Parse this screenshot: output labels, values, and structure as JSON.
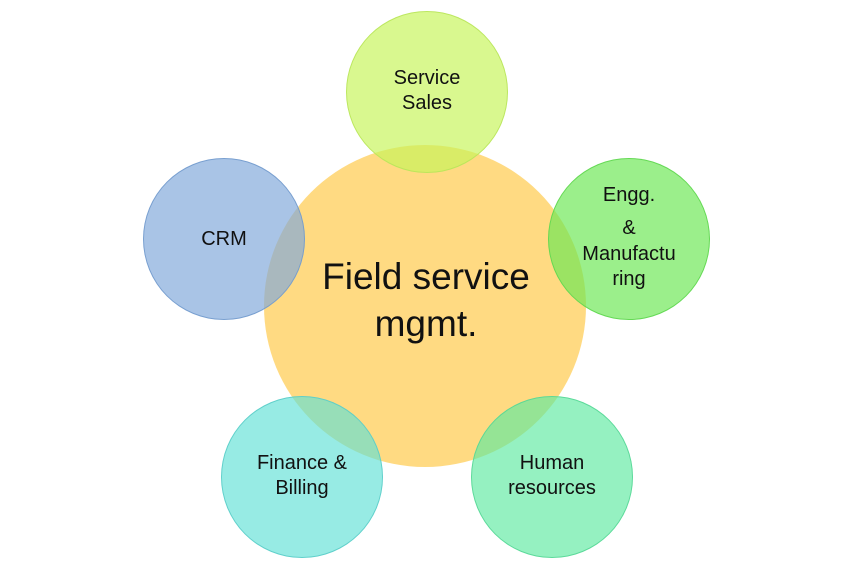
{
  "diagram": {
    "center": {
      "text": "Field service\nmgmt.",
      "line_1": "Field service",
      "line_2": "mgmt.",
      "color": "#FFCF5F"
    },
    "nodes": {
      "service_sales": {
        "line_1": "Service",
        "line_2": "Sales",
        "color": "#C7F55A"
      },
      "engineering_manufacturing": {
        "line_1": "Engg.",
        "line_2": "&",
        "line_3": "Manufactu",
        "line_4": "ring",
        "color": "#6CE854"
      },
      "human_resources": {
        "line_1": "Human",
        "line_2": "resources",
        "color": "#5CEAA0"
      },
      "finance_billing": {
        "line_1": "Finance &",
        "line_2": "Billing",
        "color": "#60E0D6"
      },
      "crm": {
        "line_1": "CRM",
        "color": "#80A8DA"
      }
    }
  }
}
